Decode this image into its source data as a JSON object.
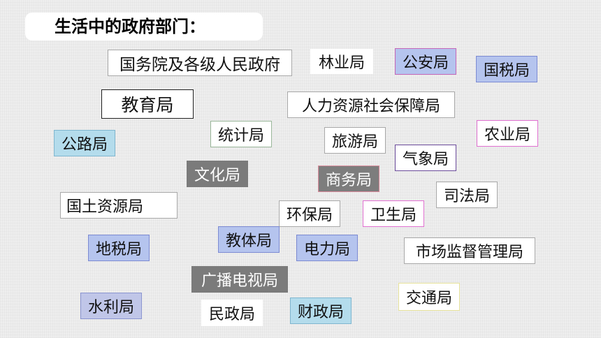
{
  "title": "生活中的政府部门：",
  "departments": [
    "国务院及各级人民政府",
    "林业局",
    "公安局",
    "国税局",
    "教育局",
    "人力资源社会保障局",
    "统计局",
    "农业局",
    "公路局",
    "旅游局",
    "气象局",
    "文化局",
    "商务局",
    "司法局",
    "国土资源局",
    "环保局",
    "卫生局",
    "教体局",
    "地税局",
    "电力局",
    "市场监督管理局",
    "广播电视局",
    "交通局",
    "水利局",
    "民政局",
    "财政局"
  ]
}
